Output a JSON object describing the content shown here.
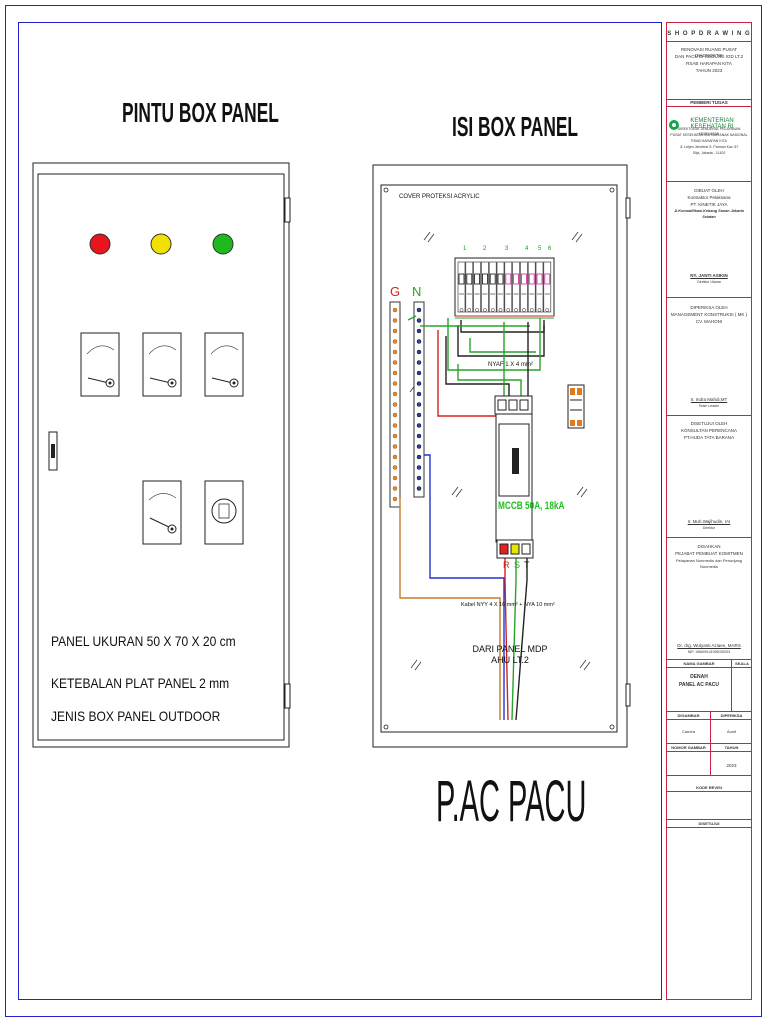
{
  "door": {
    "title": "PINTU BOX PANEL",
    "notes": [
      "PANEL UKURAN 50 X 70 X 20 cm",
      "KETEBALAN PLAT PANEL 2 mm",
      "JENIS BOX PANEL OUTDOOR"
    ],
    "lamp_colors": [
      "#e8141e",
      "#f2e100",
      "#1fb81f"
    ]
  },
  "interior": {
    "title": "ISI BOX PANEL",
    "cover_label": "COVER PROTEKSI ACRYLIC",
    "bar_ground": "G",
    "bar_neutral": "N",
    "breaker_numbers": [
      "1",
      "2",
      "3",
      "4",
      "5",
      "6"
    ],
    "nyaf_label": "NYAF 1 X 4 mm²",
    "mccb_label": "MCCB 50A, 18kA",
    "phases": [
      "R",
      "S",
      "T"
    ],
    "cable_label": "Kabel NYY 4 X 16 mm² + NYA 10 mm²",
    "source_label_1": "DARI PANEL MDP",
    "source_label_2": "AHU LT.2"
  },
  "panel_name": "P.AC PACU",
  "title_block": {
    "header": "S H O P   D R A W I N G",
    "project": [
      "RENOVASI RUANG PUSAT DIAGNOSTIK",
      "DAN PACU DI GEDUNG IGD LT.2",
      "RSAB HARAPAN KITA",
      "TAHUN 2023"
    ],
    "owner_label": "PEMBERI TUGAS",
    "owner_name": "KEMENTERIAN KESEHATAN RI",
    "owner_lines": [
      "DIREKTORAT JENDERAL PELAYANAN KESEHATAN",
      "PUSAT KESEHATAN IBU DAN ANAK NASIONAL",
      "RSAB HARAPAN KITA",
      "Jl. Letjen Jenderal S. Parman Kav. 87",
      "Slipi, Jakarta - 11420"
    ],
    "made_by_label": "DIBUAT OLEH",
    "made_by_role": "Kontraktor Pelaksana",
    "made_by_company": "PT. KINETIK JAYA",
    "made_by_address": "Jl.Komodifikasi.Kebang Sanan Jakarta Selatan",
    "made_by_signer": "NY. JANTI ASIKIN",
    "made_by_signer_role": "Direktur Utama",
    "checked_label": "DIPERIKSA OLEH",
    "checked_role": "MANAGEMENT KONSTRUKSI ( MK )",
    "checked_company": "CV. MAHONI",
    "checked_signer": "Ir. Indra Mahdi,MT",
    "checked_signer_role": "Team Leader",
    "approved_label": "DISETUJUI OLEH",
    "approved_role": "KONSULTAN PERENCANA",
    "approved_company": "PT.HUDA TATA BARANA",
    "approved_signer": "Ir. Muh.Wajihudin, IAI",
    "approved_signer_role": "Direktur",
    "ratified_label": "DISAHKAN",
    "ratified_role": "PEJABAT PEMBUAT KOMITMEN",
    "ratified_unit": "Pelayanan Nonmedis dan Penunjang Nonmedis",
    "ratified_signer": "Dr. drg. Wulyanti Aziaen, MARS",
    "ratified_nip": "NIP. 196609141993032003",
    "drawing_name_label": "NAMA GAMBAR",
    "scale_label": "SKALA",
    "drawing_name_1": "DENAH",
    "drawing_name_2": "PANEL AC PACU",
    "drawn_label": "DIGAMBAR",
    "checked_short_label": "DIPERIKSA",
    "drawn_value": "Candra",
    "checked_value": "Aunit",
    "sheet_no_label": "NOMOR GAMBAR",
    "year_label": "TAHUN",
    "year_value": "2023",
    "revision_label": "KODE REVISI",
    "approval_label": "DISETUJUI"
  }
}
